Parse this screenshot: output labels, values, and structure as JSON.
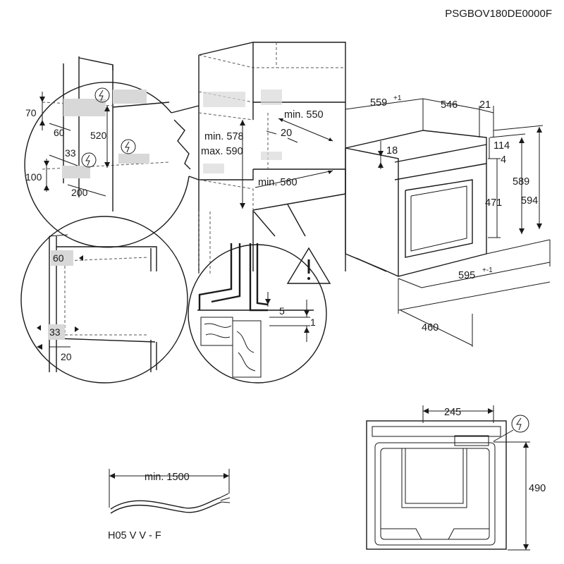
{
  "doc_code": "PSGBOV180DE0000F",
  "dims": {
    "d70": "70",
    "d60": "60",
    "d520": "520",
    "d33": "33",
    "d100": "100",
    "d200": "200",
    "min550": "min. 550",
    "d20": "20",
    "min578": "min. 578",
    "max590": "max. 590",
    "min560": "min. 560",
    "d559": "559",
    "d559_tol": "+1",
    "d546": "546",
    "d21": "21",
    "d18": "18",
    "d114": "114",
    "d4": "4",
    "d471": "471",
    "d589": "589",
    "d594": "594",
    "d595": "595",
    "d595_tol": "+-1",
    "d460": "460",
    "gap5": "5",
    "gap1": "1",
    "side60": "60",
    "side33": "33",
    "side20": "20",
    "d245": "245",
    "d490": "490",
    "cable_min": "min. 1500",
    "cable_type": "H05 V V - F"
  },
  "icons": [
    "electric-hazard-icon",
    "warning-triangle-icon"
  ]
}
